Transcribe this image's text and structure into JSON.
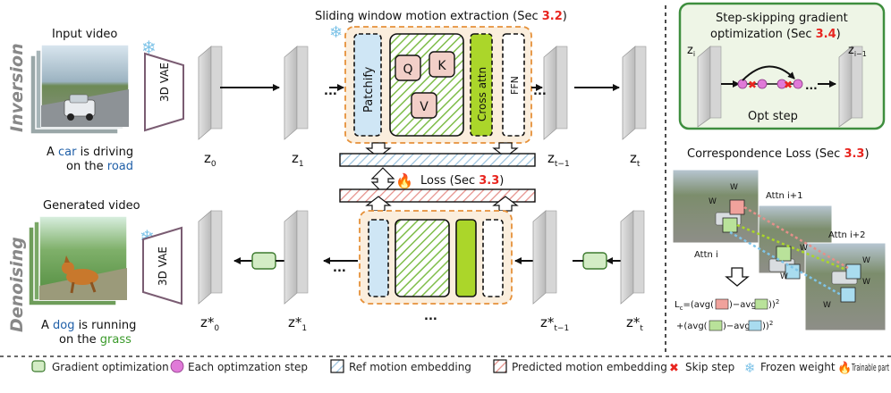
{
  "colors": {
    "red": "#e8251f",
    "blue_word": "#1f5fa8",
    "orange_border": "#e6913a",
    "orange_fill": "#fbeedd",
    "green_box": "#abd62a",
    "hatch_green": "#7fbd4a",
    "light_blue": "#cfe6f5",
    "pink": "#f2cfc8",
    "grad_green": "#d3ecc5",
    "step_purple": "#e07ad8",
    "green_panel": "#3e8e3e",
    "green_panel_fill": "#eef5e6"
  },
  "icons": [
    "snowflake-icon",
    "fire-icon",
    "red-x-icon"
  ],
  "titles": {
    "sliding_window": "Sliding window motion extraction (Sec ",
    "sliding_window_ref": "3.2",
    "sliding_window_close": ")",
    "step_skip_line1": "Step-skipping gradient",
    "step_skip_line2": "optimization (Sec ",
    "step_skip_ref": "3.4",
    "step_skip_close": ")",
    "corr_loss": "Correspondence Loss (Sec ",
    "corr_loss_ref": "3.3",
    "corr_loss_close": ")"
  },
  "side_labels": {
    "inversion": "Inversion",
    "denoising": "Denoising"
  },
  "left": {
    "input_video": "Input video",
    "generated_video": "Generated video",
    "vae": "3D VAE",
    "cap1_a": "A ",
    "cap1_car": "car",
    "cap1_b": " is driving",
    "cap1_c": "on the ",
    "cap1_road": "road",
    "cap2_a": "A ",
    "cap2_dog": "dog",
    "cap2_b": " is running",
    "cap2_c": "on the ",
    "cap2_grass": "grass"
  },
  "latents_top": {
    "z0": "z",
    "z0_sub": "0",
    "z1": "z",
    "z1_sub": "1",
    "zt1": "z",
    "zt1_sub": "t−1",
    "zt": "z",
    "zt_sub": "t"
  },
  "latents_bottom": {
    "z0": "z*",
    "z0_sub": "0",
    "z1": "z*",
    "z1_sub": "1",
    "zt1": "z*",
    "zt1_sub": "t−1",
    "zt": "z*",
    "zt_sub": "t"
  },
  "block": {
    "patchify": "Patchify",
    "q": "Q",
    "k": "K",
    "v": "V",
    "cross_attn": "Cross attn",
    "ffn": "FFN"
  },
  "loss": {
    "label": "Loss (Sec ",
    "ref": "3.3",
    "close": ")"
  },
  "ellipsis": "...",
  "step_panel": {
    "zi": "z",
    "zi_sub": "i",
    "zi1": "z",
    "zi1_sub": "i−1",
    "opt_step": "Opt step"
  },
  "corr": {
    "attn_i": "Attn i",
    "attn_i1": "Attn i+1",
    "attn_i2": "Attn i+2",
    "w": "W",
    "lc_a": "L",
    "lc_sub": "c",
    "lc_b": "=(avg(",
    "lc_c": ")−avg(",
    "lc_d": "))",
    "lc2_a": "+(avg(",
    "lc2_b": ")−avg(",
    "lc2_c": "))",
    "sq": "2"
  },
  "legend": {
    "grad_opt": "Gradient optimization",
    "each_step": "Each optimzation step",
    "ref_motion": "Ref motion embedding",
    "pred_motion": "Predicted motion embedding",
    "skip_step": "Skip step",
    "frozen": "Frozen weight",
    "trainable": "Trainable part"
  }
}
